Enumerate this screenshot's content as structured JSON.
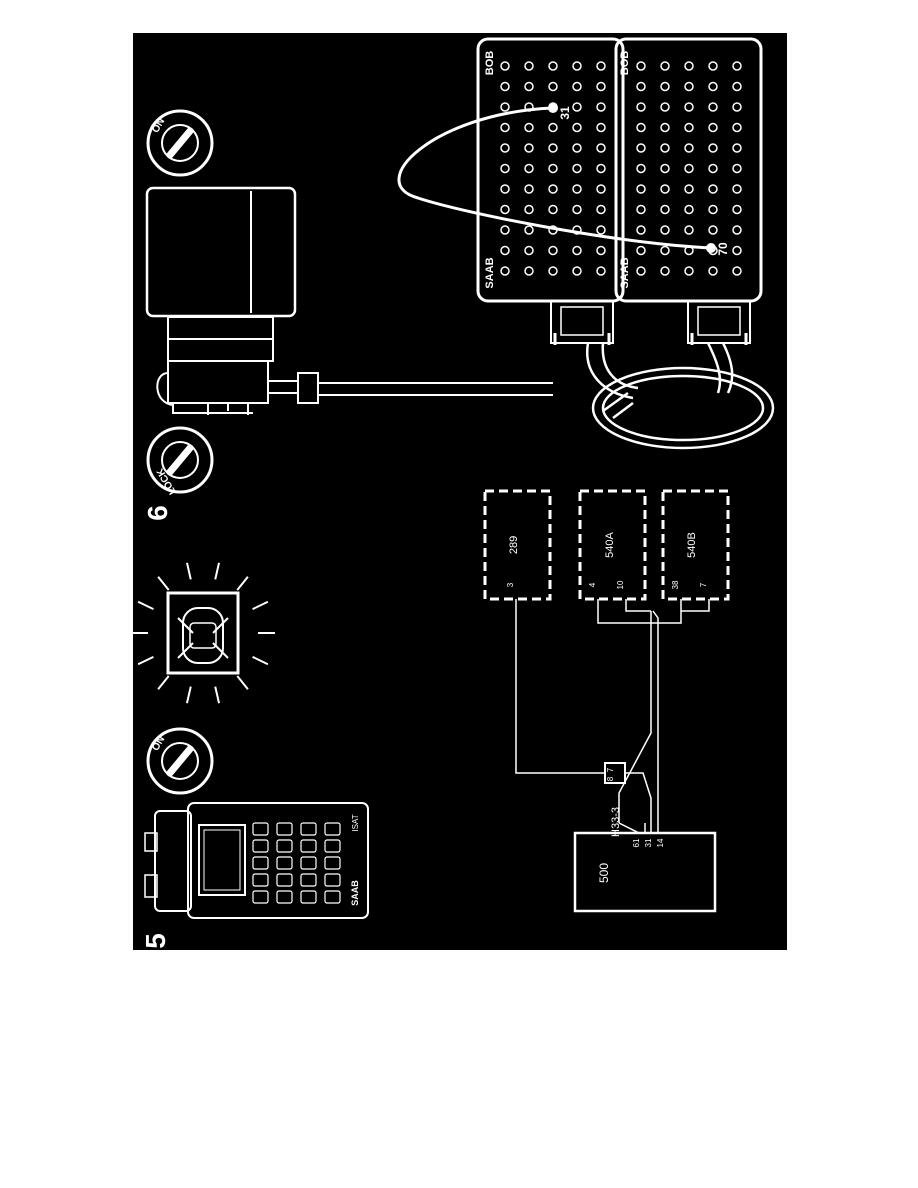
{
  "step_numbers": {
    "step_a": "5",
    "step_b": "6"
  },
  "ignition": {
    "on_label_1": "ON",
    "lock_label": "LOCK",
    "on_label_2": "ON"
  },
  "tester": {
    "brand": "SAAB",
    "model": "ISAT"
  },
  "bob": {
    "box_top": {
      "brand": "SAAB",
      "label": "BOB",
      "pin": "31"
    },
    "box_bottom": {
      "brand": "SAAB",
      "label": "BOB",
      "pin": "70"
    }
  },
  "circuit": {
    "modules": {
      "m289": "289",
      "m540a": "540A",
      "m540b": "540B",
      "m500": "500"
    },
    "connector": {
      "name": "H33-3",
      "pin_a": "7",
      "pin_b": "8"
    },
    "pins": {
      "p289_3": "3",
      "p540a_4": "4",
      "p540a_10": "10",
      "p540b_38": "38",
      "p540b_7": "7",
      "p500_61": "61",
      "p500_31": "31",
      "p500_14": "14"
    }
  },
  "colors": {
    "background": "#000000",
    "line": "#ffffff",
    "page": "#ffffff"
  }
}
